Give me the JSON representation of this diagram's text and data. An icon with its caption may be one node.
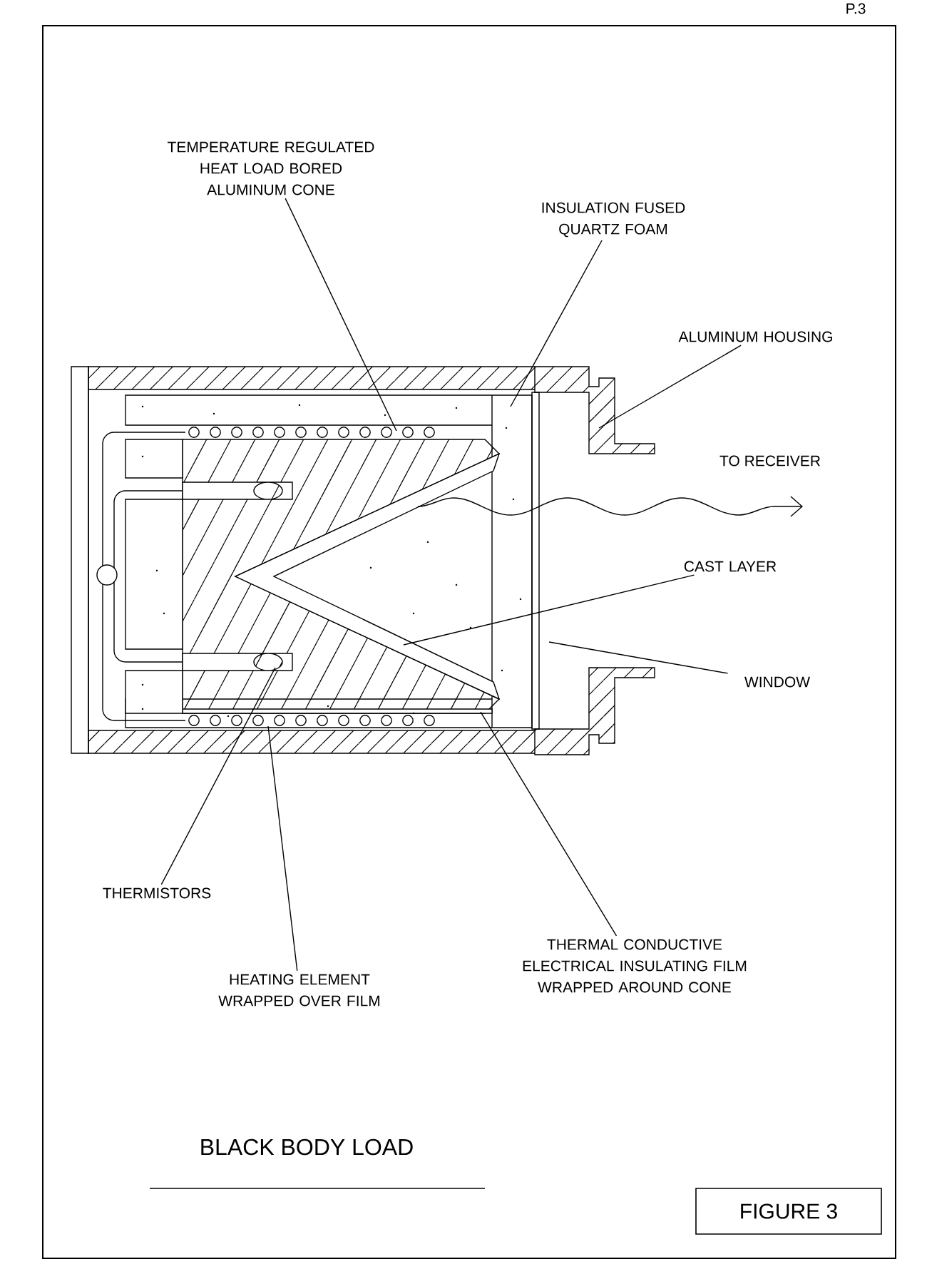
{
  "diagram": {
    "title": "BLACK BODY LOAD",
    "nodes": [
      {
        "text": [
          "TEMPERATURE REGULATED HEAT LOAD BORED ALUMINUM CONE"
        ]
      },
      {
        "text": [
          "INSULATION FUSED QUARTZ FOAM"
        ]
      },
      {
        "text": [
          "ALUMINUM HOUSING"
        ]
      },
      {
        "text": [
          "CAST LAYER"
        ]
      },
      {
        "text": [
          "WINDOW"
        ]
      },
      {
        "text": [
          "THERMISTORS"
        ]
      },
      {
        "text": [
          "HEATING ELEMENT WRAPPED OVER FILM"
        ]
      },
      {
        "text": [
          "THERMAL CONDUCTIVE ELECTRICAL INSULATING FILM WRAPPED AROUND CONE"
        ]
      },
      {
        "text": [
          "FIGURE 3"
        ]
      },
      {
        "text": [],
        "shape": "picture"
      }
    ],
    "edges": [
      {
        "from": 0,
        "to": 9,
        "arrow": "none"
      },
      {
        "from": 1,
        "to": 9,
        "arrow": "none"
      },
      {
        "from": 2,
        "to": 9,
        "arrow": "none"
      },
      {
        "from": 3,
        "to": 9,
        "arrow": "none"
      },
      {
        "from": 4,
        "to": 9,
        "arrow": "none"
      },
      {
        "from": 5,
        "to": 9,
        "arrow": "none"
      },
      {
        "from": 6,
        "to": 9,
        "arrow": "none"
      },
      {
        "from": 7,
        "to": 9,
        "arrow": "none"
      }
    ],
    "labels": [
      "P.3",
      "TO RECEIVER"
    ]
  }
}
